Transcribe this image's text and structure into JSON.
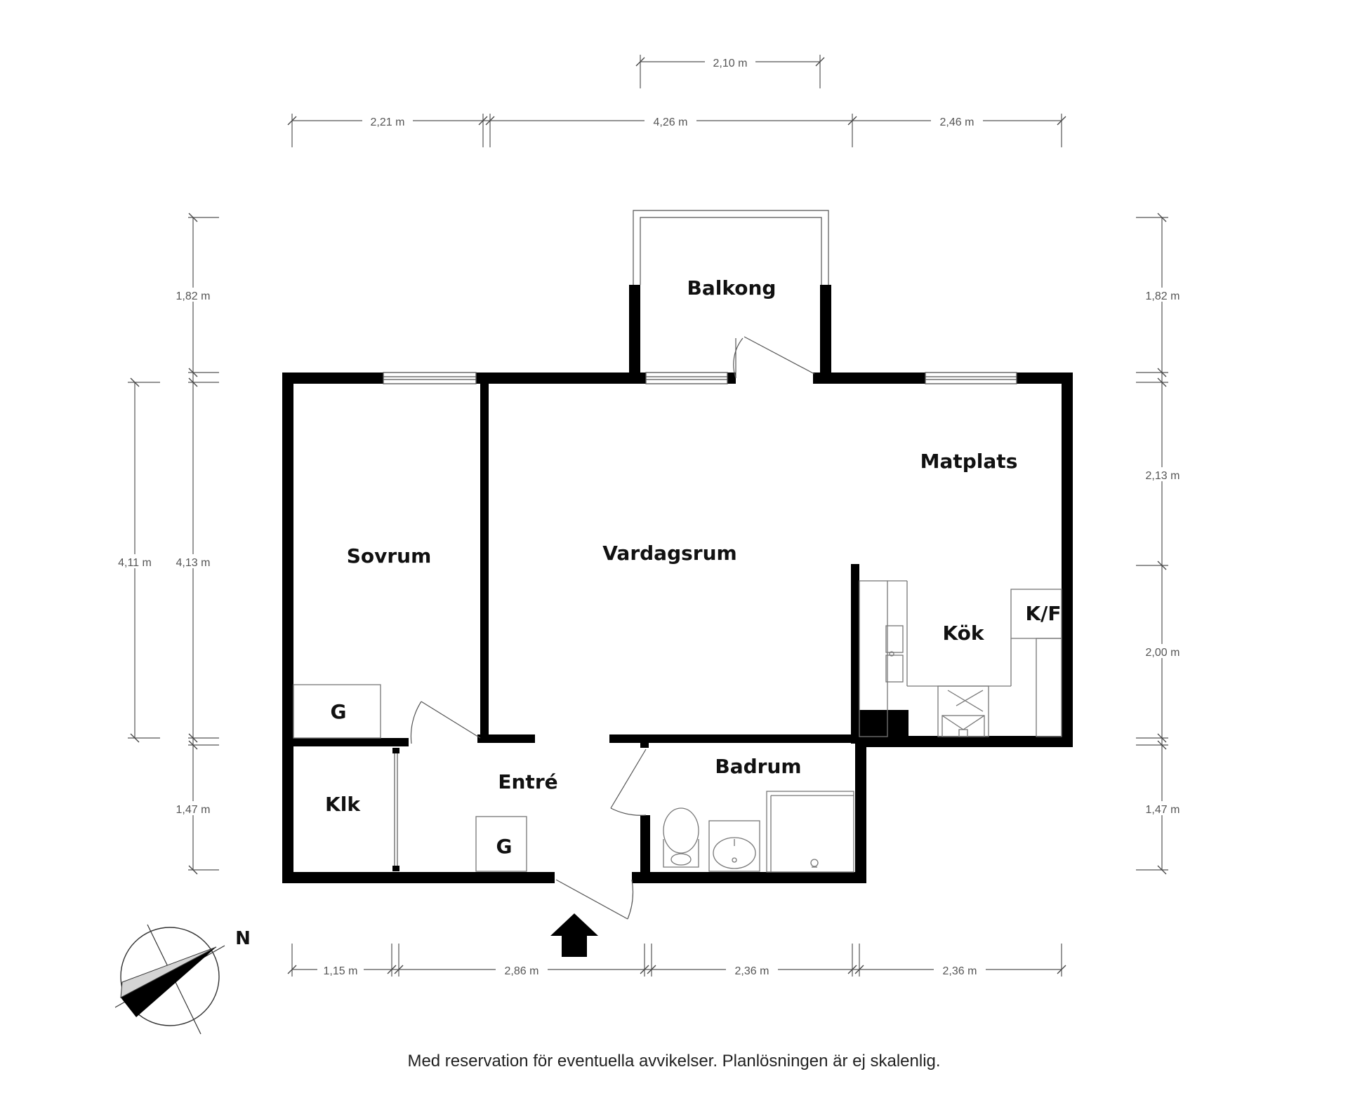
{
  "plan": {
    "dimensions": {
      "top_balcony": "2,10 m",
      "top_left": "2,21 m",
      "top_middle": "4,26 m",
      "top_right": "2,46 m",
      "left_balcony": "1,82 m",
      "left_outer": "4,11 m",
      "left_inner": "4,13 m",
      "left_bottom": "1,47 m",
      "right_balcony": "1,82 m",
      "right_upper": "2,13 m",
      "right_lower": "2,00 m",
      "right_bottom": "1,47 m",
      "bottom_1": "1,15 m",
      "bottom_2": "2,86 m",
      "bottom_3": "2,36 m",
      "bottom_4": "2,36 m"
    },
    "rooms": {
      "balkong": "Balkong",
      "matplats": "Matplats",
      "sovrum": "Sovrum",
      "vardagsrum": "Vardagsrum",
      "kok": "Kök",
      "kf": "K/F",
      "g_sovrum": "G",
      "g_entre": "G",
      "klk": "Klk",
      "entre": "Entré",
      "badrum": "Badrum"
    },
    "compass_label": "N",
    "disclaimer": "Med reservation för eventuella avvikelser. Planlösningen är ej skalenlig."
  }
}
